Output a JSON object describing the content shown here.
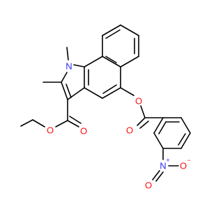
{
  "colors": {
    "carbon_bond": "#000000",
    "nitrogen": "#2a2aff",
    "oxygen": "#ff0d0d",
    "background": "#ffffff"
  },
  "atoms": {
    "ring_nitrogen": "N",
    "nitro_nitrogen": "N",
    "nitro_oxygen_top": "O",
    "nitro_oxygen_right": "O",
    "ester_oxygen_single": "O",
    "ester_oxygen_double": "O",
    "benzoate_oxygen_single": "O",
    "benzoate_oxygen_double": "O"
  },
  "charges": {
    "nitro_nitrogen": "+",
    "nitro_oxygen_right": "−"
  }
}
